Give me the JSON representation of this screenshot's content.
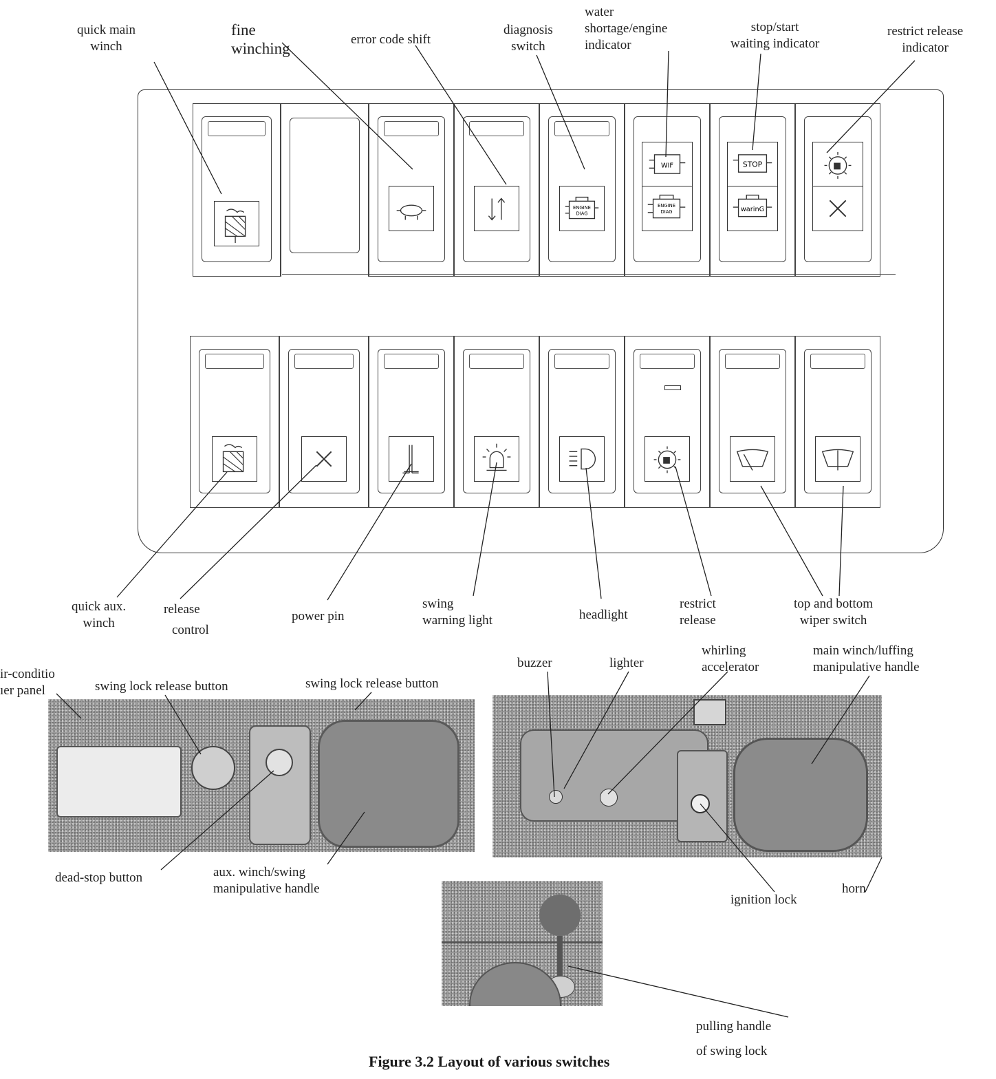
{
  "labels": {
    "quick_main_winch": [
      "quick main",
      "winch"
    ],
    "fine_winching": [
      "fine",
      "winching"
    ],
    "error_code_shift": "error code shift",
    "diagnosis_switch": [
      "diagnosis",
      "switch"
    ],
    "water_shortage": [
      "water",
      "shortage/engine",
      "indicator"
    ],
    "stop_start": [
      "stop/start",
      "waiting indicator"
    ],
    "restrict_release_indicator": [
      "restrict release",
      "indicator"
    ],
    "quick_aux_winch": [
      "quick aux.",
      "winch"
    ],
    "release_control": [
      "release",
      "control"
    ],
    "power_pin": "power pin",
    "swing_warning_light": [
      "swing",
      "warning light"
    ],
    "headlight": "headlight",
    "restrict_release": [
      "restrict",
      "release"
    ],
    "wiper_switch": [
      "top and bottom",
      "wiper switch"
    ],
    "air_conditioner_panel": [
      "ir-conditio",
      "ıer   panel"
    ],
    "swing_lock_release_1": "swing lock release button",
    "swing_lock_release_2": "swing lock release button",
    "dead_stop_button": "dead-stop button",
    "aux_winch_handle": [
      "aux. winch/swing",
      "manipulative handle"
    ],
    "buzzer": "buzzer",
    "lighter": "lighter",
    "whirling_accelerator": [
      "whirling",
      "accelerator"
    ],
    "main_winch_handle": [
      "main winch/luffing",
      "manipulative handle"
    ],
    "ignition_lock": "ignition lock",
    "horn": "horn",
    "pulling_handle": [
      "pulling   handle",
      "of  swing  lock"
    ]
  },
  "symbols": {
    "stop": "STOP",
    "warning": "warinG",
    "wif": "WIF",
    "engine_diag": [
      "ENGINE",
      "DIAG"
    ]
  },
  "caption": "Figure 3.2 Layout of various switches"
}
